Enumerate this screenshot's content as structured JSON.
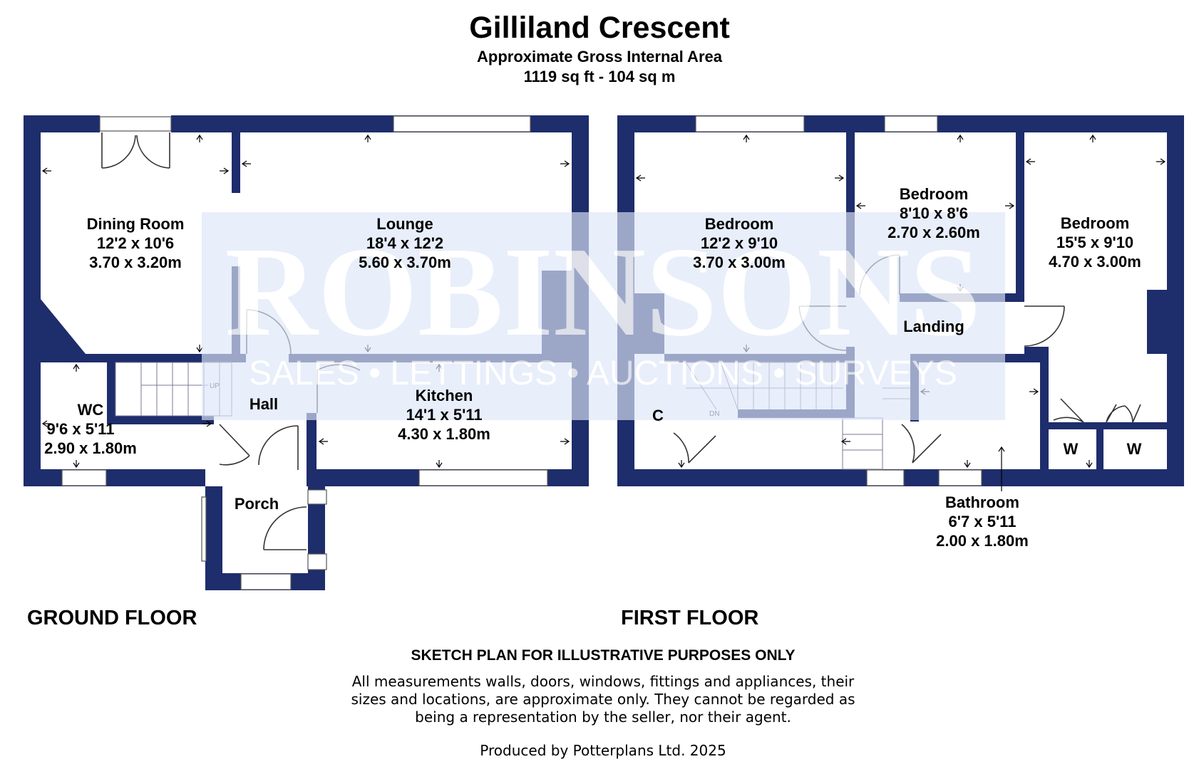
{
  "header": {
    "title": "Gilliland Crescent",
    "subtitle": "Approximate Gross Internal Area",
    "area": "1119 sq ft - 104 sq m"
  },
  "watermark": {
    "brand": "ROBINSONS",
    "tagline": "SALES • LETTINGS • AUCTIONS • SURVEYS"
  },
  "ground_floor": {
    "label": "GROUND FLOOR",
    "rooms": {
      "dining": {
        "name": "Dining Room",
        "imperial": "12'2 x 10'6",
        "metric": "3.70 x 3.20m"
      },
      "lounge": {
        "name": "Lounge",
        "imperial": "18'4 x 12'2",
        "metric": "5.60 x 3.70m"
      },
      "wc": {
        "name": "WC",
        "imperial": "9'6 x 5'11",
        "metric": "2.90 x 1.80m"
      },
      "hall": {
        "name": "Hall"
      },
      "kitchen": {
        "name": "Kitchen",
        "imperial": "14'1 x 5'11",
        "metric": "4.30 x 1.80m"
      },
      "porch": {
        "name": "Porch"
      }
    },
    "stair_label": "UP"
  },
  "first_floor": {
    "label": "FIRST FLOOR",
    "rooms": {
      "bedroom1": {
        "name": "Bedroom",
        "imperial": "12'2 x 9'10",
        "metric": "3.70 x 3.00m"
      },
      "bedroom2": {
        "name": "Bedroom",
        "imperial": "8'10 x 8'6",
        "metric": "2.70 x 2.60m"
      },
      "bedroom3": {
        "name": "Bedroom",
        "imperial": "15'5 x 9'10",
        "metric": "4.70 x 3.00m"
      },
      "landing": {
        "name": "Landing"
      },
      "cupboard": {
        "name": "C"
      },
      "wardrobe1": {
        "name": "W"
      },
      "wardrobe2": {
        "name": "W"
      },
      "bathroom": {
        "name": "Bathroom",
        "imperial": "6'7 x 5'11",
        "metric": "2.00 x 1.80m"
      }
    },
    "stair_label": "DN"
  },
  "footer": {
    "disclaimer_title": "SKETCH PLAN FOR ILLUSTRATIVE PURPOSES ONLY",
    "disclaimer_line1": "All measurements walls, doors, windows, fittings and appliances, their",
    "disclaimer_line2": "sizes and locations, are approximate only. They cannot be regarded as",
    "disclaimer_line3": "being a representation by the seller, nor their agent.",
    "credit": "Produced by Potterplans Ltd. 2025"
  },
  "colors": {
    "wall": "#1e2d6b",
    "watermark_box": "#dde6f7"
  }
}
